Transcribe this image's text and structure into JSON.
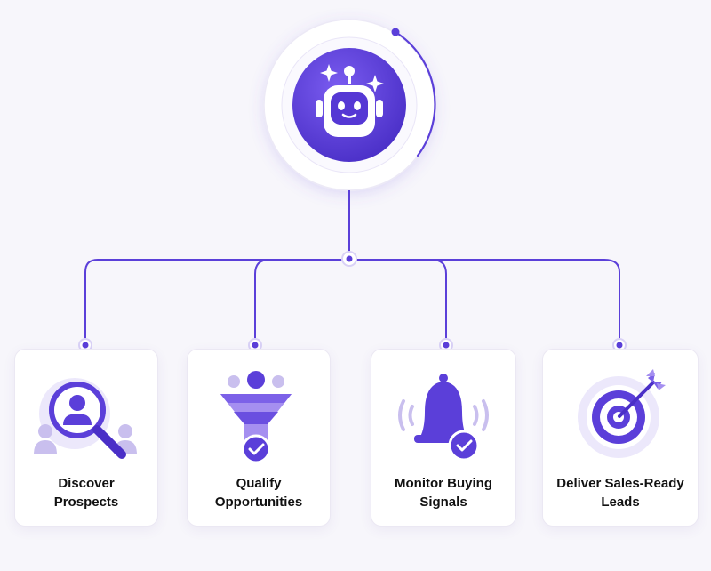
{
  "hub": {
    "icon": "robot-icon"
  },
  "cards": [
    {
      "line1": "Discover",
      "line2": "Prospects",
      "icon": "magnifier-person-icon"
    },
    {
      "line1": "Qualify",
      "line2": "Opportunities",
      "icon": "funnel-check-icon"
    },
    {
      "line1": "Monitor Buying",
      "line2": "Signals",
      "icon": "bell-check-icon"
    },
    {
      "line1": "Deliver Sales-Ready",
      "line2": "Leads",
      "icon": "target-arrow-icon"
    }
  ],
  "colors": {
    "accent": "#5b3fd9",
    "accent_light": "#b9a8f1",
    "accent_pale": "#ece8fb",
    "text": "#111111"
  }
}
